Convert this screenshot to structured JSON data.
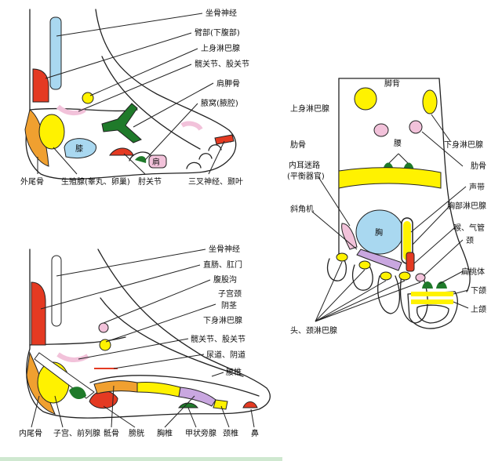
{
  "colors": {
    "yellow": "#fff200",
    "red": "#e43a22",
    "orange": "#f0a030",
    "green": "#1f7a2a",
    "pink": "#f2c2da",
    "lavender": "#c9a7e0",
    "lightblue": "#a9d8f0",
    "line": "#222222"
  },
  "top_left": {
    "labels": {
      "sciatic": "坐骨神经",
      "arm": "臂部(下腹部)",
      "upper_lymph": "上身淋巴腺",
      "hip_joint": "髋关节、股关节",
      "scapula": "肩胛骨",
      "axilla": "腋窝(腋腔)",
      "coccyx": "外尾骨",
      "reproductive": "生殖腺(睾丸、卵巢)",
      "elbow": "肘关节",
      "trigeminal": "三叉神经、颞叶",
      "knee_inner": "膝",
      "shoulder_inner": "肩"
    }
  },
  "bottom_left": {
    "labels": {
      "sciatic": "坐骨神经",
      "rectum": "直肠、肛门",
      "groin": "腹股沟",
      "uterus_cervix": "子宫颈",
      "penis": "阴茎",
      "lower_lymph": "下身淋巴腺",
      "hip_joint": "髋关节、股关节",
      "urethra": "尿道、阴道",
      "lumbar": "腰椎",
      "coccyx": "内尾骨",
      "uterus_prostate": "子宫、前列腺",
      "sacrum": "骶骨",
      "bladder": "膀胱",
      "thoracic": "胸椎",
      "parathyroid": "甲状旁腺",
      "cervical": "颈椎",
      "nose": "鼻"
    }
  },
  "right": {
    "labels": {
      "scapula": "脚背",
      "upper_lymph": "上身淋巴腺",
      "lower_lymph": "下身淋巴腺",
      "rib_left": "肋骨",
      "rib_right": "肋骨",
      "waist": "腰",
      "inner_ear_line1": "内耳迷路",
      "inner_ear_line2": "(平衡器官)",
      "vocal": "声带",
      "diaphragm": "斜角机",
      "chest_lymph": "胸部淋巴腺",
      "chest": "胸",
      "throat": "喉、气管",
      "neck": "颈",
      "tonsil": "扁桃体",
      "lower_jaw": "下颌",
      "upper_jaw": "上颌",
      "head_neck_lymph": "头、颈淋巴腺"
    }
  }
}
